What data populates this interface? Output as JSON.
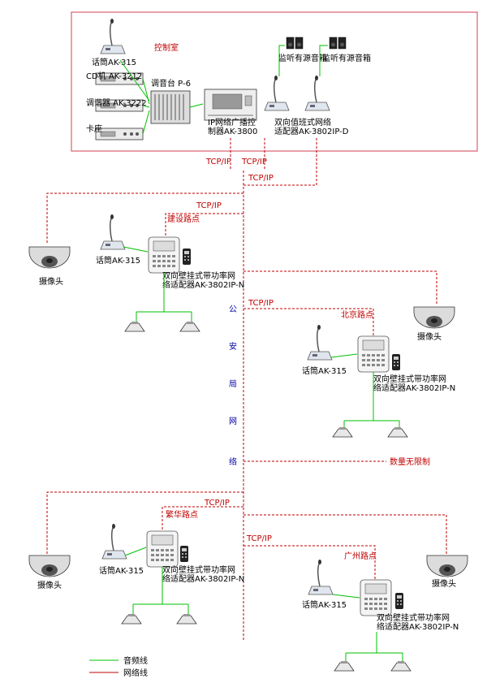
{
  "control_room": {
    "title": "控制室",
    "mic_label": "话筒AK-315",
    "cd_label": "CD机 AK-3212",
    "tuner_label": "调谐器 AK-3222",
    "cassette_label": "卡座",
    "mixer_label": "调音台 P-6",
    "controller_label_1": "IP网络广播控",
    "controller_label_2": "制器AK-3800",
    "duty_label_1": "双向值班式网络",
    "duty_label_2": "适配器AK-3802IP-D",
    "monitor_label_1": "监听有源音箱",
    "monitor_label_2": "监听有源音箱"
  },
  "network": {
    "tcpip": "TCP/IP",
    "backbone_chars": [
      "公",
      "安",
      "局",
      "网",
      "络"
    ],
    "unlimited": "数量无限制"
  },
  "sites": [
    {
      "name": "建设路点",
      "mic": "话筒AK-315",
      "adapter_1": "双向壁挂式带功率网",
      "adapter_2": "络适配器AK-3802IP-N",
      "camera": "摄像头"
    },
    {
      "name": "北京路点",
      "mic": "话筒AK-315",
      "adapter_1": "双向壁挂式带功率网",
      "adapter_2": "络适配器AK-3802IP-N",
      "camera": "摄像头"
    },
    {
      "name": "繁华路点",
      "mic": "话筒AK-315",
      "adapter_1": "双向壁挂式带功率网",
      "adapter_2": "络适配器AK-3802IP-N",
      "camera": "摄像头"
    },
    {
      "name": "广州路点",
      "mic": "话筒AK-315",
      "adapter_1": "双向壁挂式带功率网",
      "adapter_2": "络适配器AK-3802IP-N",
      "camera": "摄像头"
    }
  ],
  "legend": {
    "audio": "音频线",
    "network": "网络线",
    "audio_color": "#00c000",
    "network_color": "#c00000"
  }
}
